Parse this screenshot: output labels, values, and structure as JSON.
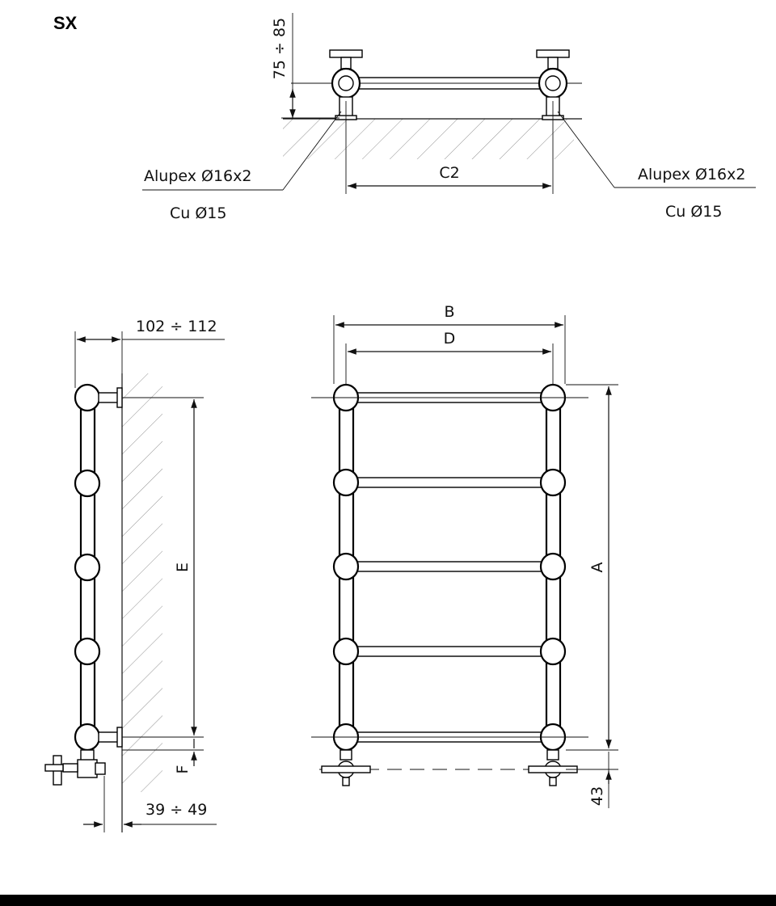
{
  "title": "SX",
  "top_view": {
    "height_dim": "75 ÷ 85",
    "c2_dim": "C2",
    "left_conn_1": "Alupex Ø16x2",
    "left_conn_2": "Cu Ø15",
    "right_conn_1": "Alupex Ø16x2",
    "right_conn_2": "Cu Ø15"
  },
  "side_view": {
    "depth_dim": "102 ÷ 112",
    "e_dim": "E",
    "f_dim": "F",
    "valve_dim": "39 ÷ 49"
  },
  "front_view": {
    "b_dim": "B",
    "d_dim": "D",
    "a_dim": "A",
    "bottom_dim": "43"
  },
  "colors": {
    "line": "#111111",
    "hatch": "#777777",
    "background": "#ffffff",
    "bar": "#000000"
  }
}
